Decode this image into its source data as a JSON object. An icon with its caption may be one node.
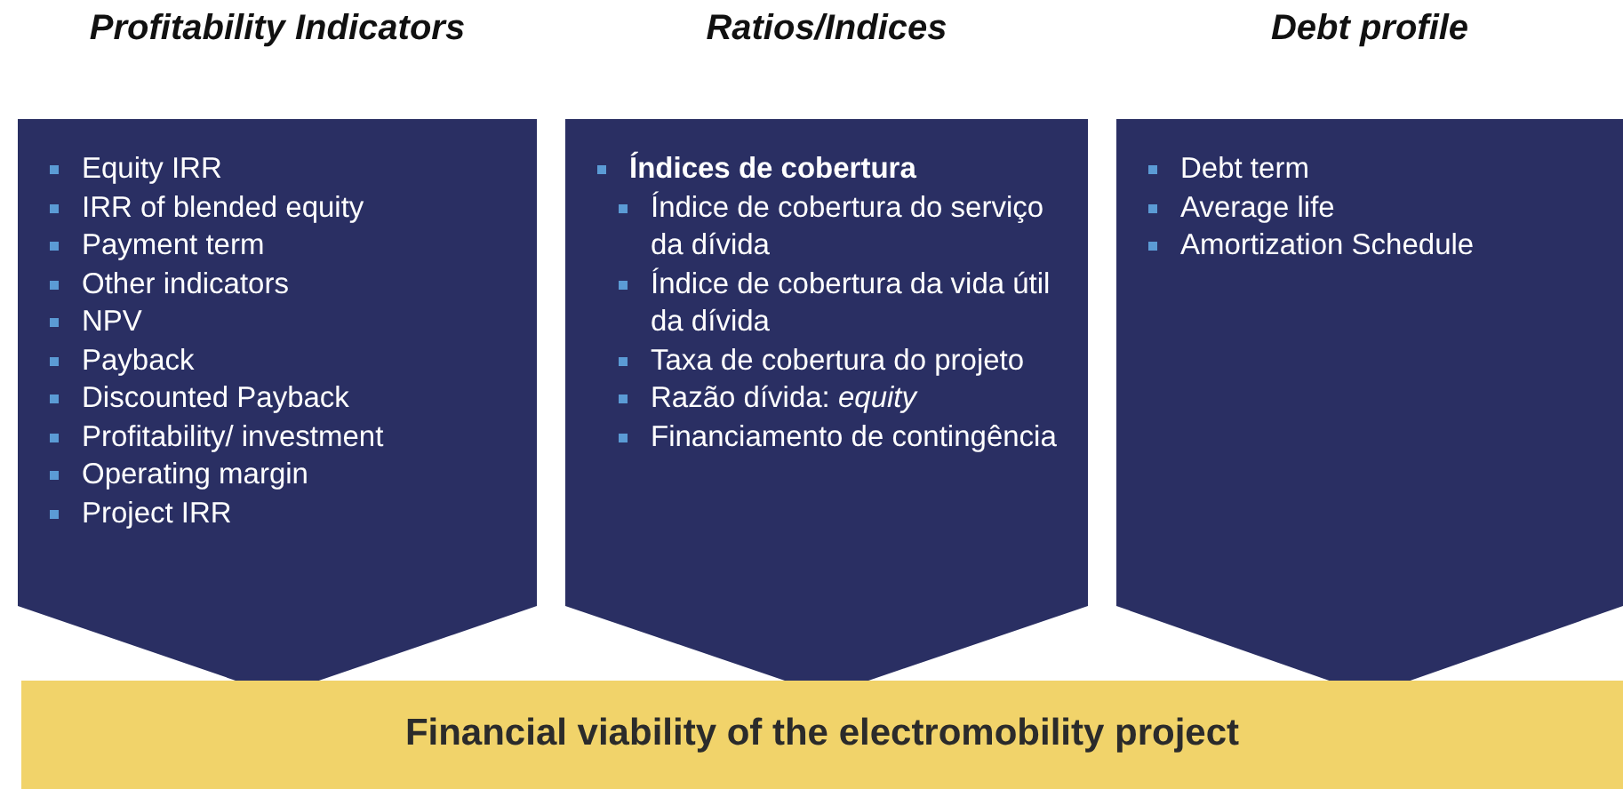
{
  "diagram": {
    "nodes": [
      {
        "text": [
          "Profitability Indicators",
          "Equity IRR",
          "IRR of blended equity",
          "Payment term",
          "Other indicators",
          "NPV",
          "Payback",
          "Discounted Payback",
          "Profitability/ investment",
          "Operating margin",
          "Project IRR"
        ]
      },
      {
        "text": [
          "Ratios/Indices",
          "Índices de cobertura",
          "Índice de cobertura do serviço da dívida",
          "Índice de cobertura da vida útil da dívida",
          "Taxa de cobertura do projeto",
          "Razão dívida: *equity*",
          "Financiamento de contingência"
        ]
      },
      {
        "text": [
          "Debt profile",
          "Debt term",
          "Average life",
          "Amortization Schedule"
        ]
      },
      {
        "text": [
          "Financial viability of the electromobility project"
        ]
      }
    ]
  }
}
